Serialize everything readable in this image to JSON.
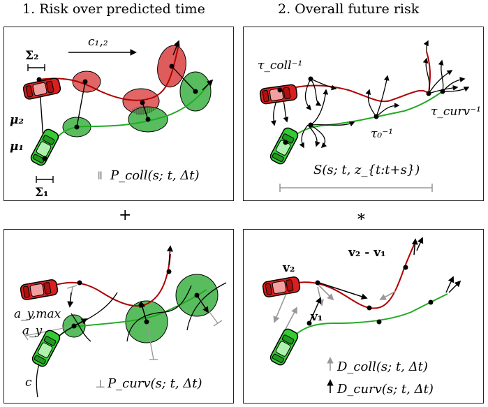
{
  "titles": {
    "left": "1. Risk over predicted time",
    "right": "2. Overall future risk"
  },
  "operators": {
    "plus": "+",
    "star": "∗"
  },
  "panel_tl": {
    "sigma2": "Σ₂",
    "sigma1": "Σ₁",
    "mu2": "μ₂",
    "mu1": "μ₁",
    "c12": "c₁,₂",
    "formula": "P_coll(s; t, Δt)",
    "formula_marker": "⫴"
  },
  "panel_tr": {
    "tau_coll": "τ_coll⁻¹",
    "tau_0": "τ₀⁻¹",
    "tau_curv": "τ_curv⁻¹",
    "formula": "S(s; t, z_{t:t+s})"
  },
  "panel_bl": {
    "ay_max": "a_y,max",
    "ay": "a_y",
    "c": "c",
    "formula": "P_curv(s; t, Δt)",
    "formula_marker": "⊥"
  },
  "panel_br": {
    "v2": "v₂",
    "v1": "v₁",
    "v2_minus_v1": "v₂ - v₁",
    "d_coll": "D_coll(s; t, Δt)",
    "d_curv": "D_curv(s; t, Δt)"
  },
  "colors": {
    "red_path": "#b00000",
    "green_path": "#22aa22",
    "red_fill": "#d94040",
    "green_fill": "#3cb043",
    "gray": "#999999"
  }
}
